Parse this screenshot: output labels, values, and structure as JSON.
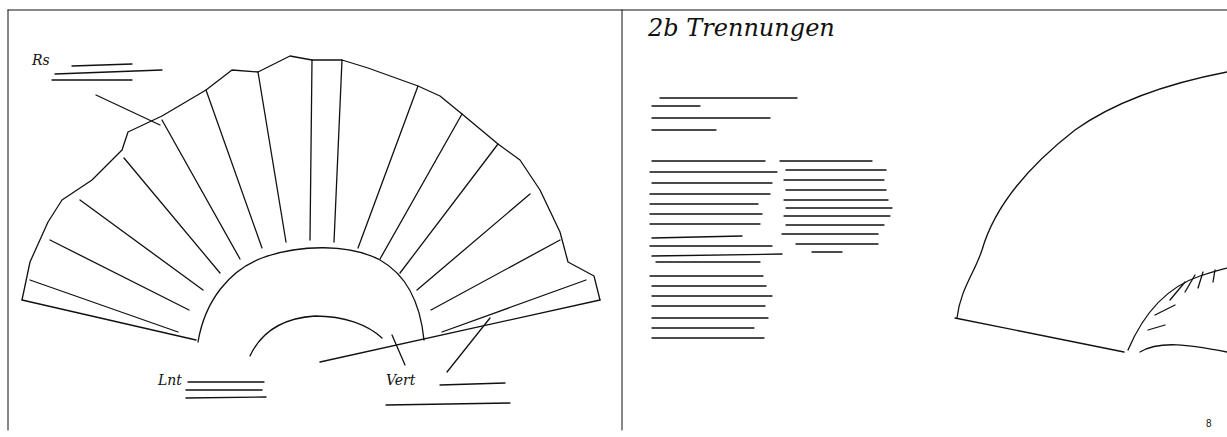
{
  "diagram": {
    "title": "2b Trennungen",
    "labels": [
      "Rs",
      "Lnt",
      "Vert",
      "8"
    ]
  }
}
